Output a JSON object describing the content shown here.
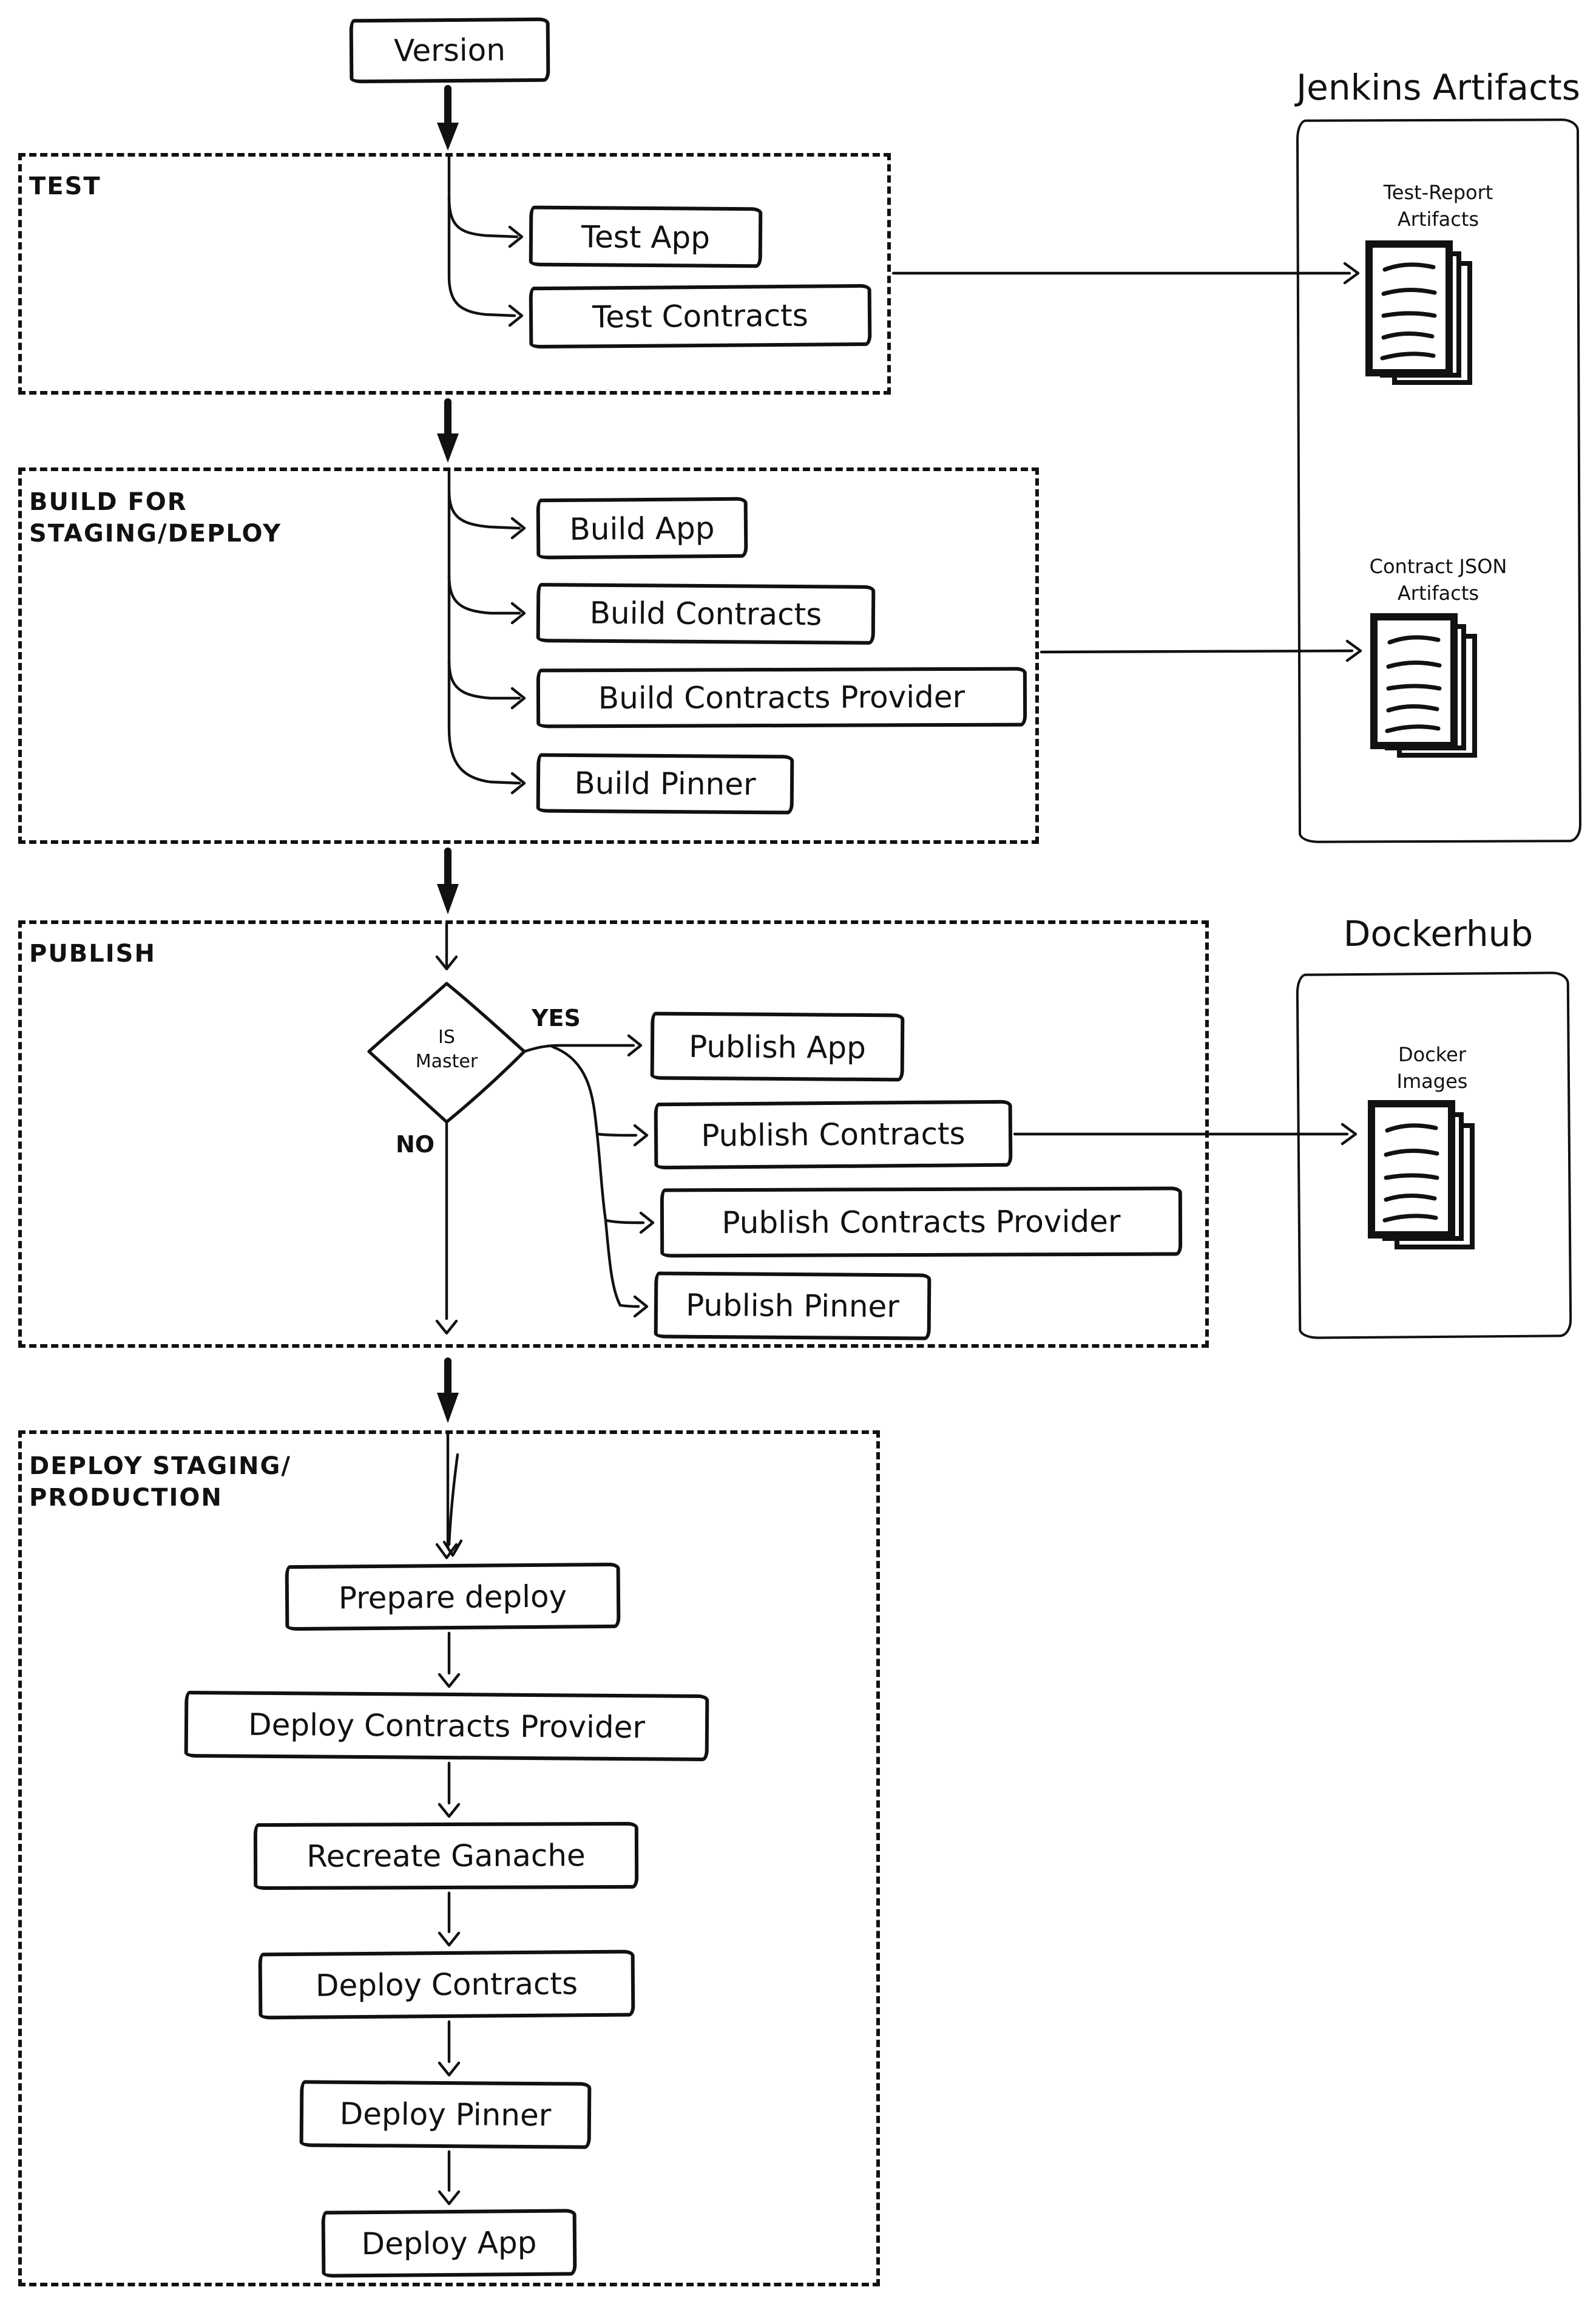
{
  "colors": {
    "ink": "#111111",
    "paper": "#ffffff"
  },
  "start_node": {
    "label": "Version"
  },
  "sections": {
    "test": {
      "title": "TEST",
      "steps": [
        "Test App",
        "Test Contracts"
      ]
    },
    "build": {
      "title_line1": "BUILD FOR",
      "title_line2": "STAGING/DEPLOY",
      "steps": [
        "Build App",
        "Build Contracts",
        "Build Contracts Provider",
        "Build Pinner"
      ]
    },
    "publish": {
      "title": "PUBLISH",
      "decision": {
        "line1": "IS",
        "line2": "Master",
        "yes_label": "YES",
        "no_label": "NO"
      },
      "steps": [
        "Publish App",
        "Publish Contracts",
        "Publish Contracts Provider",
        "Publish Pinner"
      ]
    },
    "deploy": {
      "title_line1": "DEPLOY STAGING/",
      "title_line2": "PRODUCTION",
      "steps": [
        "Prepare deploy",
        "Deploy Contracts Provider",
        "Recreate Ganache",
        "Deploy Contracts",
        "Deploy Pinner",
        "Deploy App"
      ]
    }
  },
  "external": {
    "jenkins": {
      "title": "Jenkins Artifacts",
      "artifacts": [
        {
          "label_line1": "Test-Report",
          "label_line2": "Artifacts"
        },
        {
          "label_line1": "Contract JSON",
          "label_line2": "Artifacts"
        }
      ]
    },
    "dockerhub": {
      "title": "Dockerhub",
      "artifacts": [
        {
          "label_line1": "Docker",
          "label_line2": "Images"
        }
      ]
    }
  }
}
